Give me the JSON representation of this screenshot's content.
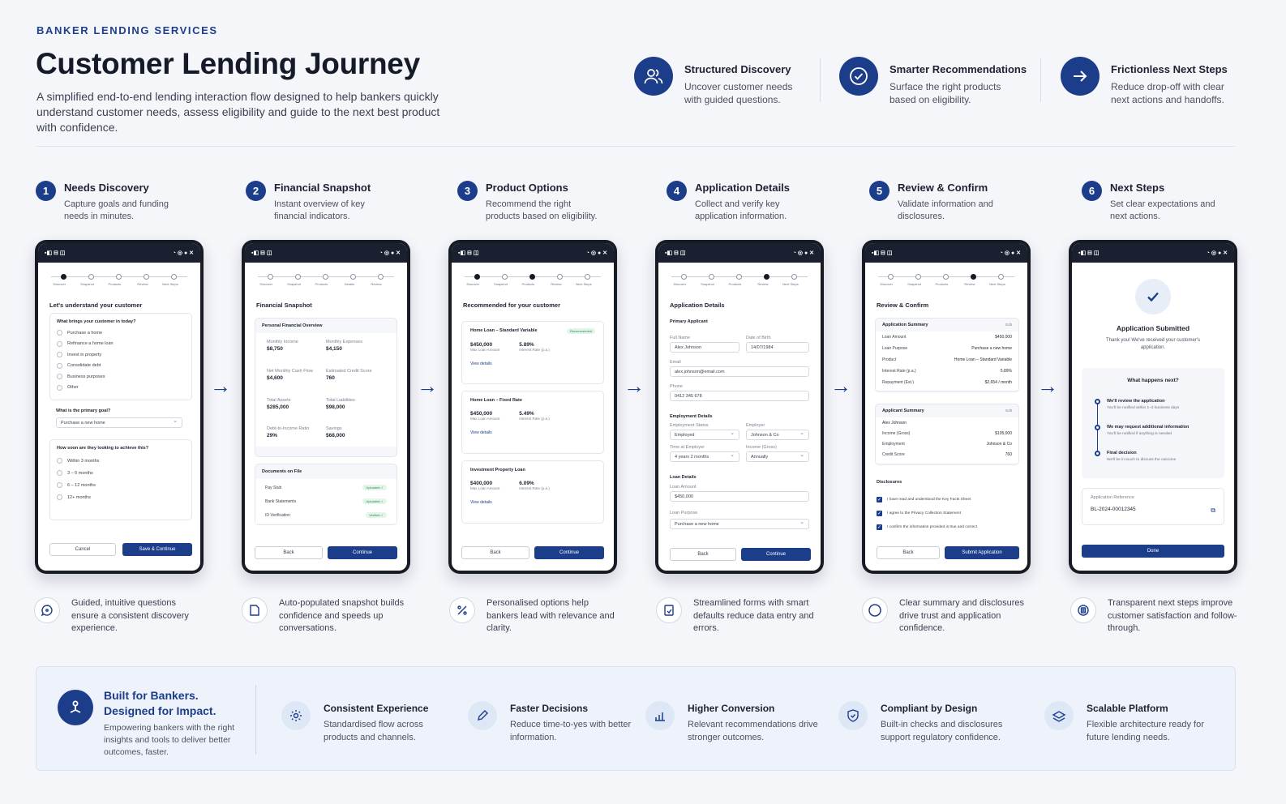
{
  "header": {
    "eyebrow": "BANKER LENDING SERVICES",
    "title": "Customer Lending Journey",
    "intro": "A simplified end-to-end lending interaction flow designed to help bankers quickly understand customer needs, assess eligibility and guide to the next best product with confidence."
  },
  "features": [
    {
      "icon": "users-icon",
      "title": "Structured Discovery",
      "desc": "Uncover customer needs with guided questions."
    },
    {
      "icon": "check-circle-icon",
      "title": "Smarter Recommendations",
      "desc": "Surface the right products based on eligibility."
    },
    {
      "icon": "arrow-right-icon",
      "title": "Frictionless Next Steps",
      "desc": "Reduce drop-off with clear next actions and handoffs."
    }
  ],
  "steps": [
    {
      "num": "1",
      "title": "Needs Discovery",
      "desc": "Capture goals and funding needs in minutes."
    },
    {
      "num": "2",
      "title": "Financial Snapshot",
      "desc": "Instant overview of key financial indicators."
    },
    {
      "num": "3",
      "title": "Product Options",
      "desc": "Recommend the right products based on eligibility."
    },
    {
      "num": "4",
      "title": "Application Details",
      "desc": "Collect and verify key application information."
    },
    {
      "num": "5",
      "title": "Review & Confirm",
      "desc": "Validate information and disclosures."
    },
    {
      "num": "6",
      "title": "Next Steps",
      "desc": "Set clear expectations and next actions."
    }
  ],
  "progress_labels": [
    "Discover",
    "Snapshot",
    "Products",
    "Review",
    "Next Steps"
  ],
  "progress_labels_app": [
    "Discover",
    "Snapshot",
    "Products",
    "Details",
    "Review"
  ],
  "status_bar": {
    "left": "▪◧ ⊟ ◫",
    "right": "◔ ◎ ● ✕"
  },
  "screen1": {
    "heading": "Let's understand your customer",
    "q1": "What brings your customer in today?",
    "opts1": [
      "Purchase a home",
      "Refinance a home loan",
      "Invest in property",
      "Consolidate debt",
      "Business purposes",
      "Other"
    ],
    "q2": "What is the primary goal?",
    "goal": "Purchase a new home",
    "q3": "How soon are they looking to achieve this?",
    "opts3": [
      "Within 3 months",
      "3 – 6 months",
      "6 – 12 months",
      "12+ months"
    ],
    "cancel": "Cancel",
    "save": "Save & Continue"
  },
  "screen2": {
    "heading": "Financial Snapshot",
    "card_title": "Personal Financial Overview",
    "metrics": [
      {
        "label": "Monthly Income",
        "value": "$8,750"
      },
      {
        "label": "Monthly Expenses",
        "value": "$4,150"
      },
      {
        "label": "Net Monthly Cash Flow",
        "value": "$4,600"
      },
      {
        "label": "Estimated Credit Score",
        "value": "760"
      },
      {
        "label": "Total Assets",
        "value": "$285,000"
      },
      {
        "label": "Total Liabilities",
        "value": "$98,000"
      },
      {
        "label": "Debt-to-Income Ratio",
        "value": "29%"
      },
      {
        "label": "Savings",
        "value": "$68,000"
      }
    ],
    "docs_title": "Documents on File",
    "docs": [
      {
        "name": "Pay Stub",
        "status": "Uploaded ✓"
      },
      {
        "name": "Bank Statements",
        "status": "Uploaded ✓"
      },
      {
        "name": "ID Verification",
        "status": "Verified ✓"
      }
    ],
    "back": "Back",
    "continue": "Continue"
  },
  "screen3": {
    "heading": "Recommended for your customer",
    "products": [
      {
        "name": "Home Loan – Standard Variable",
        "badge": "Recommended",
        "amount": "$450,000",
        "amount_label": "Max Loan Amount",
        "rate": "5.89%",
        "rate_label": "Interest Rate (p.a.)",
        "link": "View details"
      },
      {
        "name": "Home Loan – Fixed Rate",
        "badge": "",
        "amount": "$450,000",
        "amount_label": "Max Loan Amount",
        "rate": "5.49%",
        "rate_label": "Interest Rate (p.a.)",
        "link": "View details"
      },
      {
        "name": "Investment Property Loan",
        "badge": "",
        "amount": "$400,000",
        "amount_label": "Max Loan Amount",
        "rate": "6.09%",
        "rate_label": "Interest Rate (p.a.)",
        "link": "View details"
      }
    ],
    "back": "Back",
    "continue": "Continue"
  },
  "screen4": {
    "heading": "Application Details",
    "primary": "Primary Applicant",
    "full_name_label": "Full Name",
    "full_name": "Alex Johnson",
    "dob_label": "Date of Birth",
    "dob": "14/07/1984",
    "email_label": "Email",
    "email": "alex.johnson@email.com",
    "phone_label": "Phone",
    "phone": "0412 345 678",
    "emp_title": "Employment Details",
    "emp_status_label": "Employment Status",
    "emp_status": "Employed",
    "employer_label": "Employer",
    "employer": "Johnson & Co",
    "time_label": "Time at Employer",
    "time": "4 years 2 months",
    "income_label": "Income (Gross)",
    "income": "Annually",
    "loan_title": "Loan Details",
    "loan_amount_label": "Loan Amount",
    "loan_amount": "$450,000",
    "loan_purpose_label": "Loan Purpose",
    "loan_purpose": "Purchase a new home",
    "back": "Back",
    "continue": "Continue"
  },
  "screen5": {
    "heading": "Review & Confirm",
    "app_title": "Application Summary",
    "edit": "Edit",
    "app_rows": [
      {
        "k": "Loan Amount",
        "v": "$450,000"
      },
      {
        "k": "Loan Purpose",
        "v": "Purchase a new home"
      },
      {
        "k": "Product",
        "v": "Home Loan – Standard Variable"
      },
      {
        "k": "Interest Rate (p.a.)",
        "v": "5.89%"
      },
      {
        "k": "Repayment (Est.)",
        "v": "$2,654 / month"
      }
    ],
    "applicant_title": "Applicant Summary",
    "applicant_rows": [
      {
        "k": "Alex Johnson",
        "v": ""
      },
      {
        "k": "Income (Gross)",
        "v": "$105,000"
      },
      {
        "k": "Employment",
        "v": "Johnson & Co"
      },
      {
        "k": "Credit Score",
        "v": "760"
      }
    ],
    "disc_title": "Disclosures",
    "disclosures": [
      "I have read and understood the Key Facts Sheet",
      "I agree to the Privacy Collection Statement",
      "I confirm the information provided is true and correct"
    ],
    "back": "Back",
    "submit": "Submit Application"
  },
  "screen6": {
    "title": "Application Submitted",
    "subtitle": "Thank you! We've received your customer's application.",
    "next_title": "What happens next?",
    "timeline": [
      {
        "t": "We'll review the application",
        "d": "You'll be notified within 1–2 business days"
      },
      {
        "t": "We may request additional information",
        "d": "You'll be notified if anything is needed"
      },
      {
        "t": "Final decision",
        "d": "We'll be in touch to discuss the outcome"
      }
    ],
    "ref_label": "Application Reference",
    "ref": "BL-2024-00012345",
    "done": "Done"
  },
  "notes": [
    {
      "icon": "chat-icon",
      "text": "Guided, intuitive questions ensure a consistent discovery experience."
    },
    {
      "icon": "document-icon",
      "text": "Auto-populated snapshot builds confidence and speeds up conversations."
    },
    {
      "icon": "percent-icon",
      "text": "Personalised options help bankers lead with relevance and clarity."
    },
    {
      "icon": "form-icon",
      "text": "Streamlined forms with smart defaults reduce data entry and errors."
    },
    {
      "icon": "circle-icon",
      "text": "Clear summary and disclosures drive trust and application confidence."
    },
    {
      "icon": "clipboard-icon",
      "text": "Transparent next steps improve customer satisfaction and follow-through."
    }
  ],
  "bottom": {
    "title1": "Built for Bankers.",
    "title2": "Designed for Impact.",
    "desc": "Empowering bankers with the right insights and tools to deliver better outcomes, faster.",
    "items": [
      {
        "icon": "gear-icon",
        "title": "Consistent Experience",
        "desc": "Standardised flow across products and channels."
      },
      {
        "icon": "pen-icon",
        "title": "Faster Decisions",
        "desc": "Reduce time-to-yes with better information."
      },
      {
        "icon": "chart-icon",
        "title": "Higher Conversion",
        "desc": "Relevant recommendations drive stronger outcomes."
      },
      {
        "icon": "shield-icon",
        "title": "Compliant by Design",
        "desc": "Built-in checks and disclosures support regulatory confidence."
      },
      {
        "icon": "layers-icon",
        "title": "Scalable Platform",
        "desc": "Flexible architecture ready for future lending needs."
      }
    ]
  },
  "colors": {
    "primary": "#1c3d8a",
    "background": "#f4f6fa"
  }
}
